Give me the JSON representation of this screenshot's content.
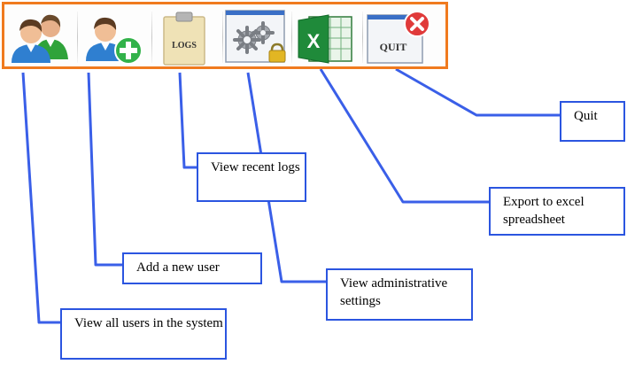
{
  "toolbar": {
    "buttons": [
      {
        "id": "view-users",
        "icon": "users-group-icon"
      },
      {
        "id": "add-user",
        "icon": "user-add-icon"
      },
      {
        "id": "logs",
        "icon": "clipboard-logs-icon",
        "label": "LOGS"
      },
      {
        "id": "admin-settings",
        "icon": "gears-lock-icon"
      },
      {
        "id": "export-excel",
        "icon": "excel-icon",
        "letter": "X"
      },
      {
        "id": "quit",
        "icon": "quit-icon",
        "label": "QUIT"
      }
    ]
  },
  "callouts": {
    "quit": "Quit",
    "view_logs": "View recent logs",
    "export_excel": "Export to excel spreadsheet",
    "add_user": "Add a new user",
    "admin_settings": "View administrative settings",
    "view_users": "View all users in the system"
  },
  "colors": {
    "toolbar_border": "#f07a1e",
    "callout_border": "#2b55e0",
    "connector": "#3a5fe8"
  }
}
